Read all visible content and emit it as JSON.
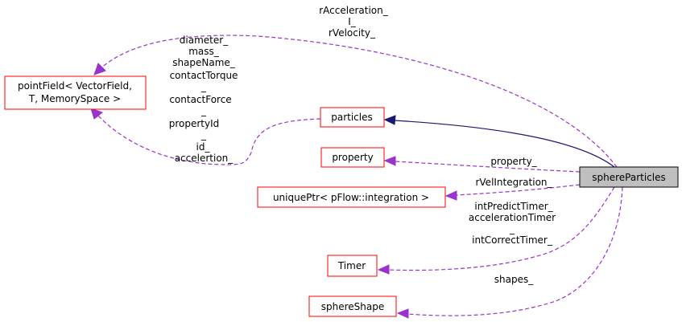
{
  "colors": {
    "inheritance_edge": "#191970",
    "usage_edge": "#9a32cd",
    "node_border": "#ff0000",
    "main_node_fill": "#bfbfbf"
  },
  "nodes": {
    "sphereParticles": "sphereParticles",
    "pointField": [
      "pointField< VectorField,",
      "T, MemorySpace >"
    ],
    "particles": "particles",
    "property": "property",
    "uniquePtr": "uniquePtr< pFlow::integration >",
    "timer": "Timer",
    "sphereShape": "sphereShape"
  },
  "edge_labels": {
    "pointField_direct": [
      "rAcceleration_",
      "I_",
      "rVelocity_"
    ],
    "pointField_via_particles": [
      "diameter_",
      "mass_",
      "shapeName_",
      "contactTorque",
      "_",
      "contactForce",
      "_",
      "propertyId",
      "_",
      "id_",
      "accelertion_"
    ],
    "property": "property_",
    "uniquePtr": "rVelIntegration_",
    "timer": [
      "intPredictTimer_",
      "accelerationTimer",
      "_",
      "intCorrectTimer_"
    ],
    "sphereShape": "shapes_"
  }
}
